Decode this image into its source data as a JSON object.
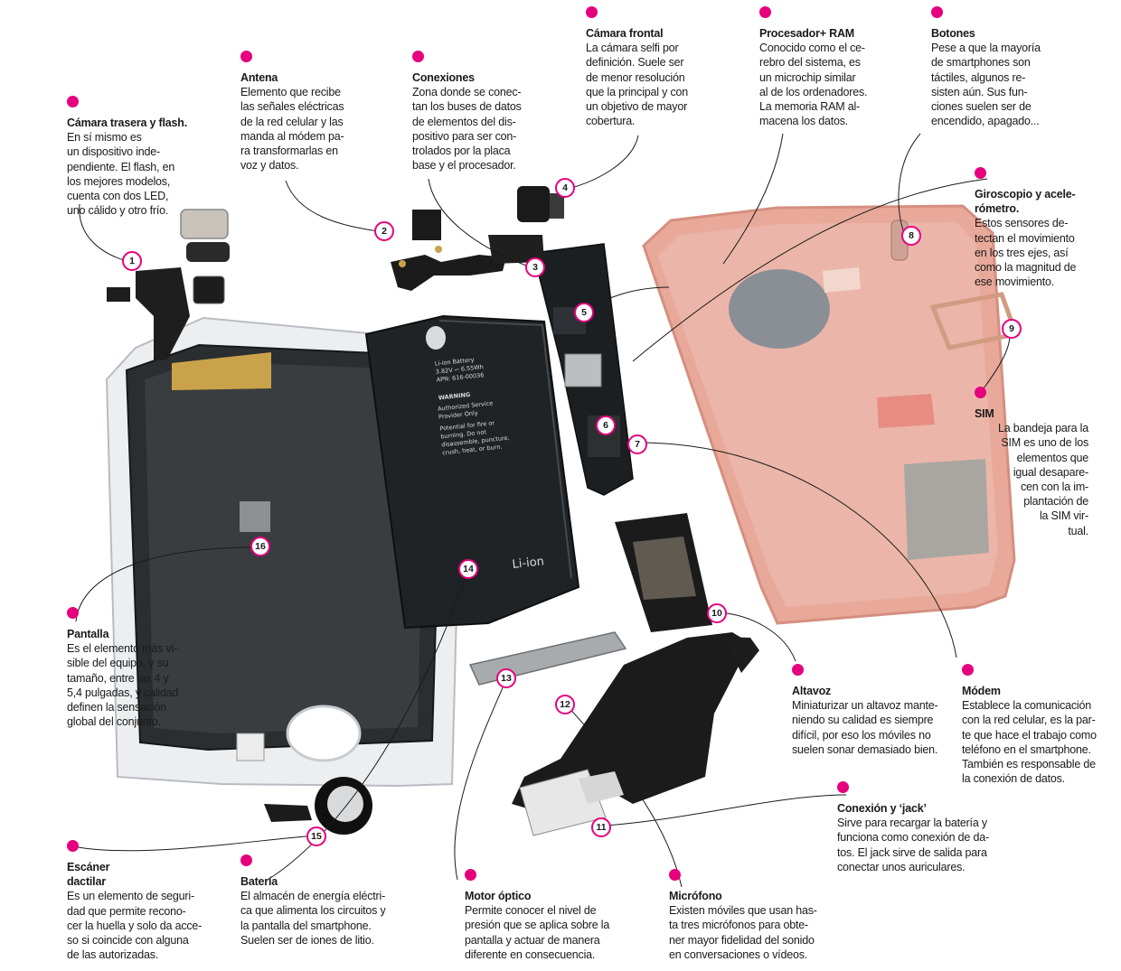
{
  "accent_color": "#e6007e",
  "labels": [
    {
      "id": "camara-trasera",
      "title": "Cámara trasera y flash.",
      "text": "En sí mismo es\nun dispositivo inde-\npendiente. El flash, en\nlos mejores modelos,\ncuenta con dos LED,\nuno cálido y otro frío."
    },
    {
      "id": "antena",
      "title": "Antena",
      "text": "Elemento que recibe\nlas señales eléctricas\nde la red celular y las\nmanda al módem pa-\nra transformarlas en\nvoz y datos."
    },
    {
      "id": "conexiones",
      "title": "Conexiones",
      "text": "Zona donde se conec-\ntan los buses de datos\nde elementos del dis-\npositivo para ser con-\ntrolados por la placa\nbase y el procesador."
    },
    {
      "id": "camara-frontal",
      "title": "Cámara frontal",
      "text": "La cámara selfi por\ndefinición. Suele ser\nde menor resolución\nque la principal y con\nun objetivo de mayor\ncobertura."
    },
    {
      "id": "procesador",
      "title": "Procesador+ RAM",
      "text": "Conocido como el ce-\nrebro del sistema, es\nun microchip similar\nal de los ordenadores.\nLa memoria RAM al-\nmacena los datos."
    },
    {
      "id": "botones",
      "title": "Botones",
      "text": "Pese a que la mayoría\nde smartphones son\ntáctiles, algunos re-\nsisten aún. Sus fun-\nciones suelen ser de\nencendido, apagado..."
    },
    {
      "id": "giroscopio",
      "title": "Giroscopio y acele-\nrómetro.",
      "text": "Estos sensores de-\ntectan el movimiento\nen los tres ejes, así\ncomo la magnitud de\nese movimiento."
    },
    {
      "id": "sim",
      "title": "SIM",
      "text": "La bandeja para la\nSIM es uno de los\nelementos que\nigual desapare-\ncen con la im-\nplantación de\nla SIM vir-\ntual."
    },
    {
      "id": "pantalla",
      "title": "Pantalla",
      "text": "Es el elemento más vi-\nsible del equipo, y su\ntamaño, entre las 4 y\n5,4 pulgadas, y calidad\ndefinen la sensación\nglobal del conjunto."
    },
    {
      "id": "altavoz",
      "title": "Altavoz",
      "text": "Miniaturizar un altavoz mante-\nniendo su calidad es siempre\ndifícil, por eso los móviles no\nsuelen sonar demasiado bien."
    },
    {
      "id": "modem",
      "title": "Módem",
      "text": "Establece la comunicación\ncon la red celular, es la par-\nte que hace el trabajo como\nteléfono en el smartphone.\nTambién es responsable de\nla conexión de datos."
    },
    {
      "id": "conexion-jack",
      "title": "Conexión y ‘jack’",
      "text": "Sirve para recargar la batería y\nfunciona como conexión de da-\ntos. El jack sirve de salida para\nconectar unos auriculares."
    },
    {
      "id": "escaner",
      "title": "Escáner\ndactilar",
      "text": "Es un elemento de seguri-\ndad que permite recono-\ncer la huella y solo da acce-\nso si coincide con alguna\nde las autorizadas."
    },
    {
      "id": "bateria",
      "title": "Batería",
      "text": "El almacén de energía eléctri-\nca que alimenta los circuitos y\nla pantalla del smartphone.\nSuelen ser de iones de litio."
    },
    {
      "id": "motor",
      "title": "Motor óptico",
      "text": "Permite conocer el nivel de\npresión que se aplica sobre la\npantalla y actuar de manera\ndiferente en consecuencia."
    },
    {
      "id": "microfono",
      "title": "Micrófono",
      "text": "Existen móviles que usan has-\nta tres micrófonos para obte-\nner mayor fidelidad del sonido\nen conversaciones o vídeos."
    }
  ],
  "badges": [
    "1",
    "2",
    "3",
    "4",
    "5",
    "6",
    "7",
    "8",
    "9",
    "10",
    "11",
    "12",
    "13",
    "14",
    "15",
    "16"
  ],
  "battery_print": {
    "model": "Li-ion Battery",
    "spec": "3.82V ⎓ 6.55Wh",
    "apn": "APN: 616-00036",
    "warning": "WARNING",
    "lines": [
      "Authorized Service",
      "Provider Only",
      "Potential for fire or",
      "burning. Do not",
      "disassemble, puncture,",
      "crush, heat, or burn."
    ],
    "recycle": "Li-ion"
  }
}
